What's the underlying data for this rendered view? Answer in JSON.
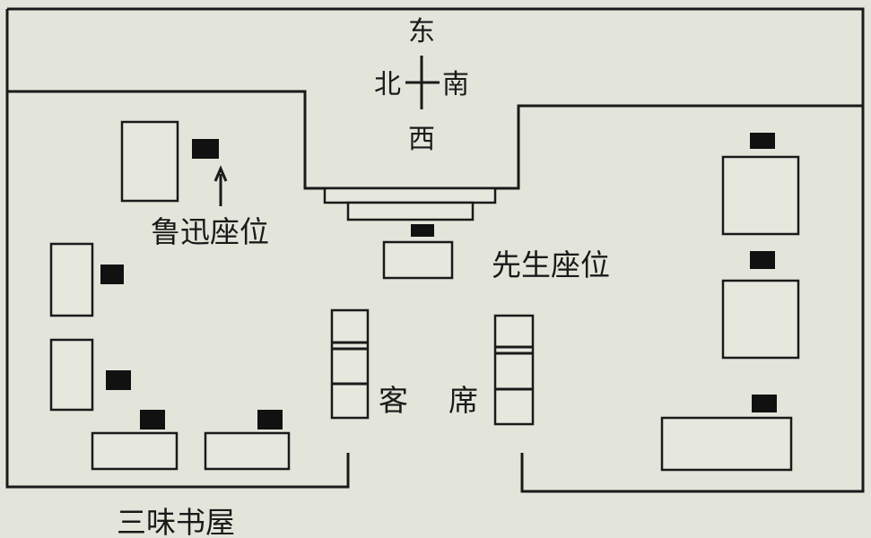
{
  "compass": {
    "east": "东",
    "north": "北",
    "south": "南",
    "west": "西"
  },
  "labels": {
    "luxun_seat": "鲁迅座位",
    "teacher_seat": "先生座位",
    "guest_left": "客",
    "guest_right": "席",
    "title": "三味书屋"
  }
}
